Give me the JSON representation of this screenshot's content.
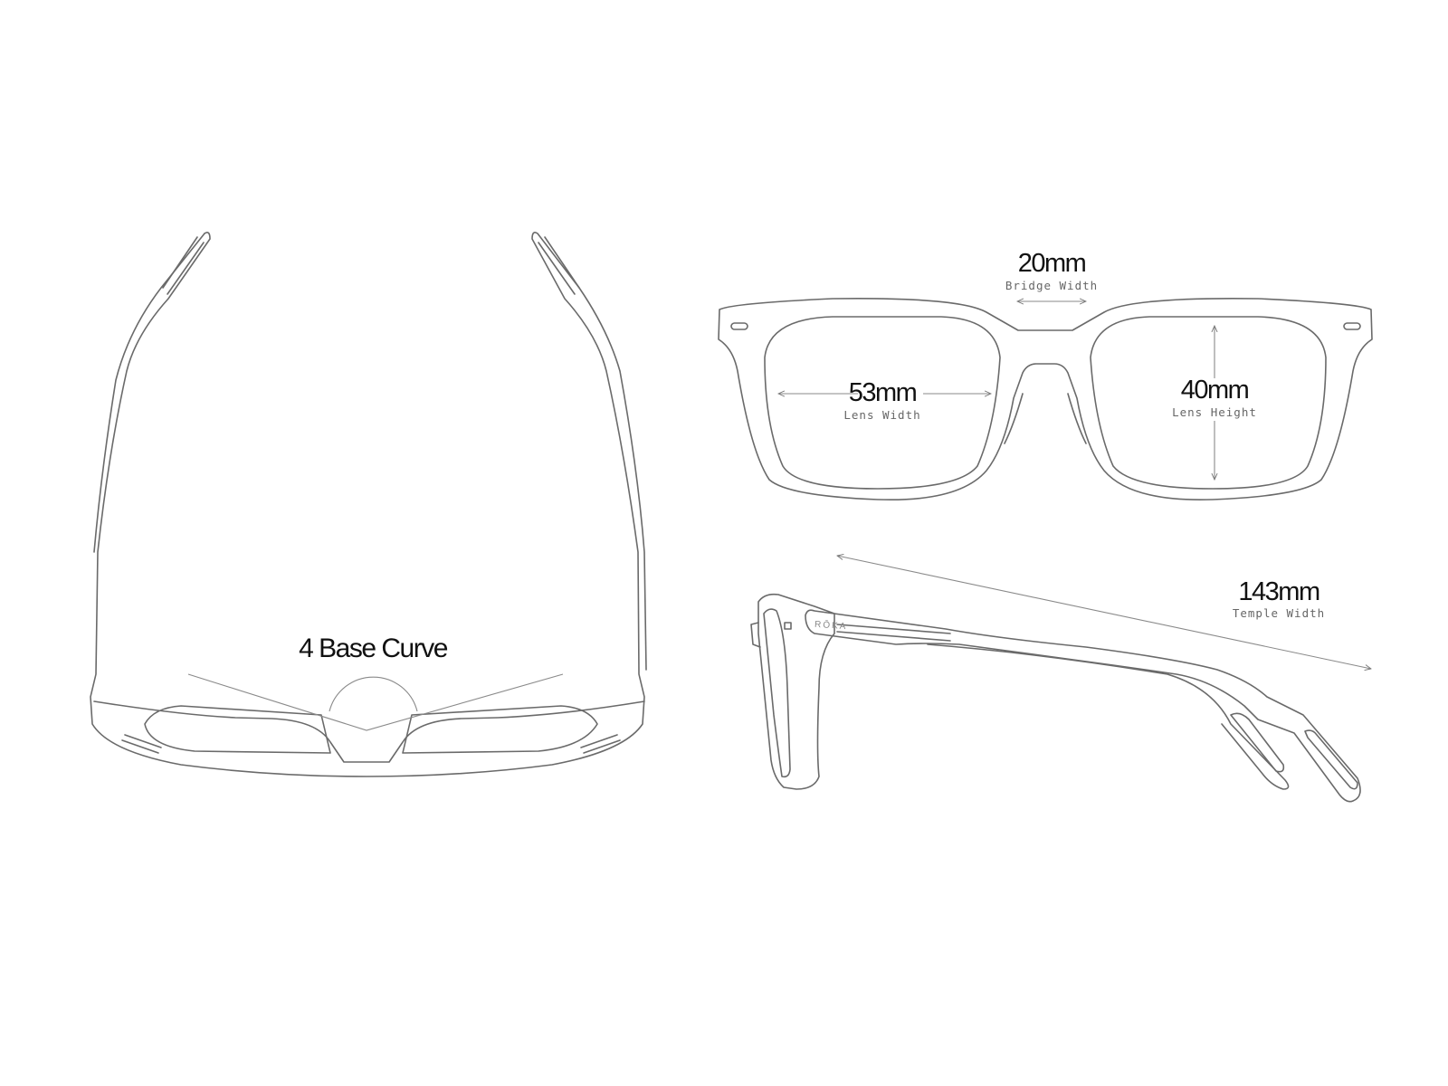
{
  "top_view": {
    "curve_label": "4 Base Curve"
  },
  "front_view": {
    "bridge": {
      "value": "20mm",
      "label": "Bridge Width"
    },
    "lens_width": {
      "value": "53mm",
      "label": "Lens Width"
    },
    "lens_height": {
      "value": "40mm",
      "label": "Lens Height"
    }
  },
  "side_view": {
    "temple": {
      "value": "143mm",
      "label": "Temple Width"
    },
    "brand_logo": "RŌKA"
  },
  "colors": {
    "line": "#6a6a6a",
    "text": "#111111",
    "label": "#666666"
  }
}
